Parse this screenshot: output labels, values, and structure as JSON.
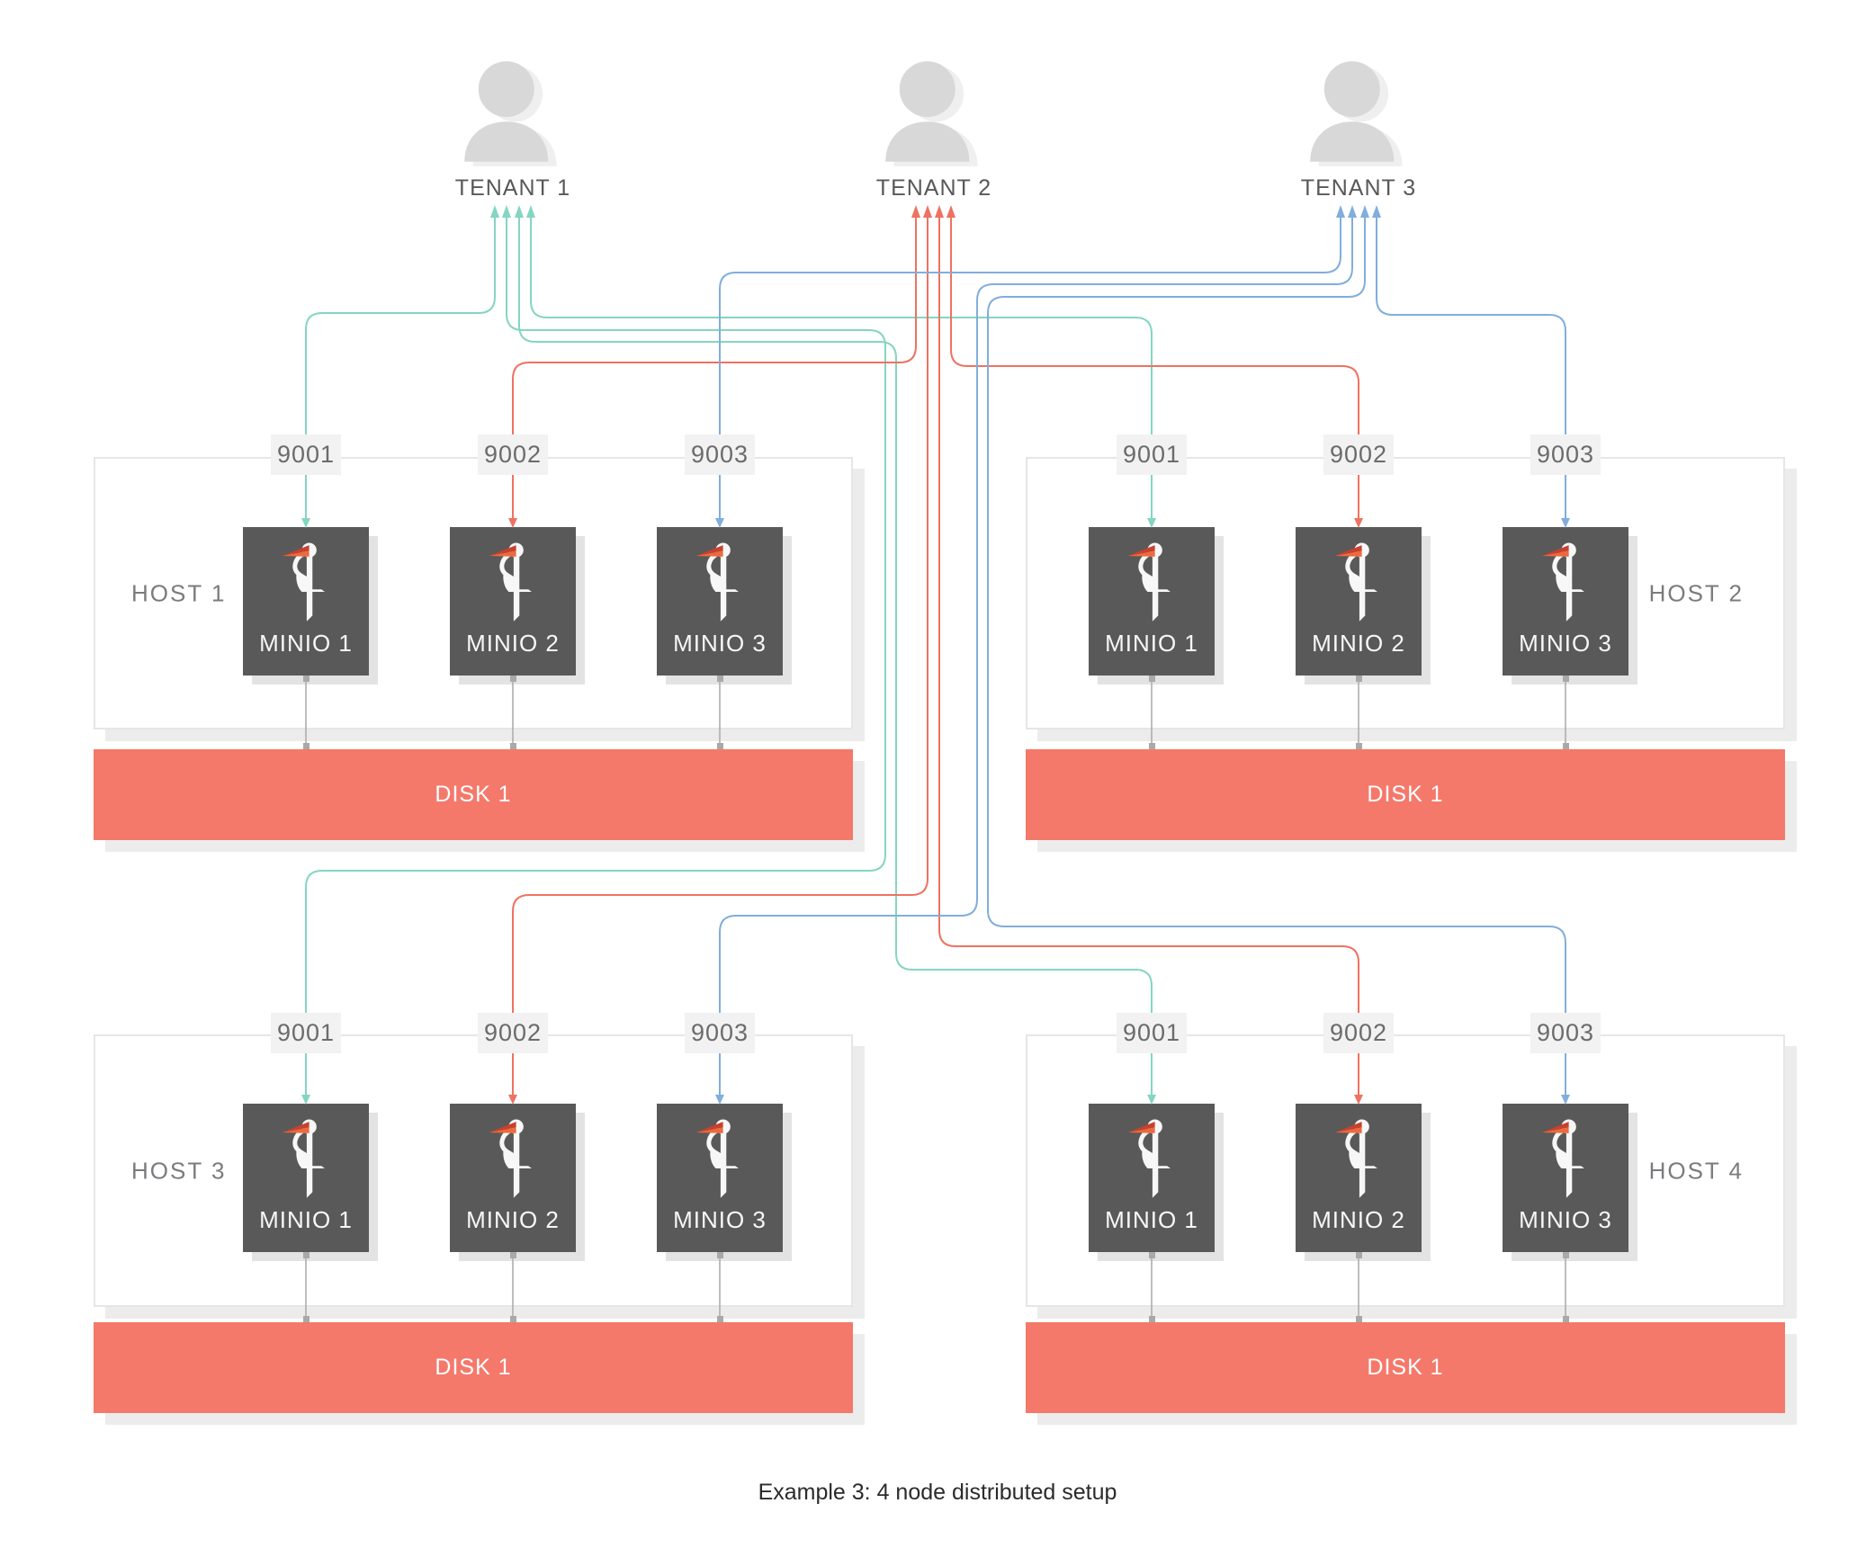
{
  "caption": "Example 3: 4 node distributed setup",
  "colors": {
    "tenant1_line": "#84D5C2",
    "tenant2_line": "#EE7261",
    "tenant3_line": "#81AEDC",
    "disk": "#F4796B",
    "node_box": "#595959",
    "port_bg": "#F2F2F2",
    "host_bg": "#FFFFFF",
    "host_border": "#E6E6E6",
    "shadow": "#ECECEC",
    "person": "#D8D8D9",
    "person_echo": "#EFEFF0",
    "connector": "#A9A9A9",
    "tenant_text": "#58585A",
    "host_text": "#7A7B7E",
    "port_text": "#6B6B6D",
    "node_text": "#F7F7F7",
    "disk_text": "#FFFFFF",
    "caption_text": "#2B2B2B",
    "beak_orange": "#EC6A3D",
    "beak_red": "#C8402E"
  },
  "tenants": [
    {
      "label": "TENANT 1"
    },
    {
      "label": "TENANT 2"
    },
    {
      "label": "TENANT 3"
    }
  ],
  "hosts": [
    {
      "label": "HOST 1",
      "label_side": "left",
      "ports": [
        "9001",
        "9002",
        "9003"
      ],
      "nodes": [
        "MINIO 1",
        "MINIO 2",
        "MINIO 3"
      ],
      "disk": "DISK 1"
    },
    {
      "label": "HOST 2",
      "label_side": "right",
      "ports": [
        "9001",
        "9002",
        "9003"
      ],
      "nodes": [
        "MINIO 1",
        "MINIO 2",
        "MINIO 3"
      ],
      "disk": "DISK 1"
    },
    {
      "label": "HOST 3",
      "label_side": "left",
      "ports": [
        "9001",
        "9002",
        "9003"
      ],
      "nodes": [
        "MINIO 1",
        "MINIO 2",
        "MINIO 3"
      ],
      "disk": "DISK 1"
    },
    {
      "label": "HOST 4",
      "label_side": "right",
      "ports": [
        "9001",
        "9002",
        "9003"
      ],
      "nodes": [
        "MINIO 1",
        "MINIO 2",
        "MINIO 3"
      ],
      "disk": "DISK 1"
    }
  ],
  "connections": [
    {
      "tenant": "TENANT 1",
      "port": "9001",
      "hosts": [
        "HOST 1",
        "HOST 2",
        "HOST 3",
        "HOST 4"
      ]
    },
    {
      "tenant": "TENANT 2",
      "port": "9002",
      "hosts": [
        "HOST 1",
        "HOST 2",
        "HOST 3",
        "HOST 4"
      ]
    },
    {
      "tenant": "TENANT 3",
      "port": "9003",
      "hosts": [
        "HOST 1",
        "HOST 2",
        "HOST 3",
        "HOST 4"
      ]
    }
  ]
}
